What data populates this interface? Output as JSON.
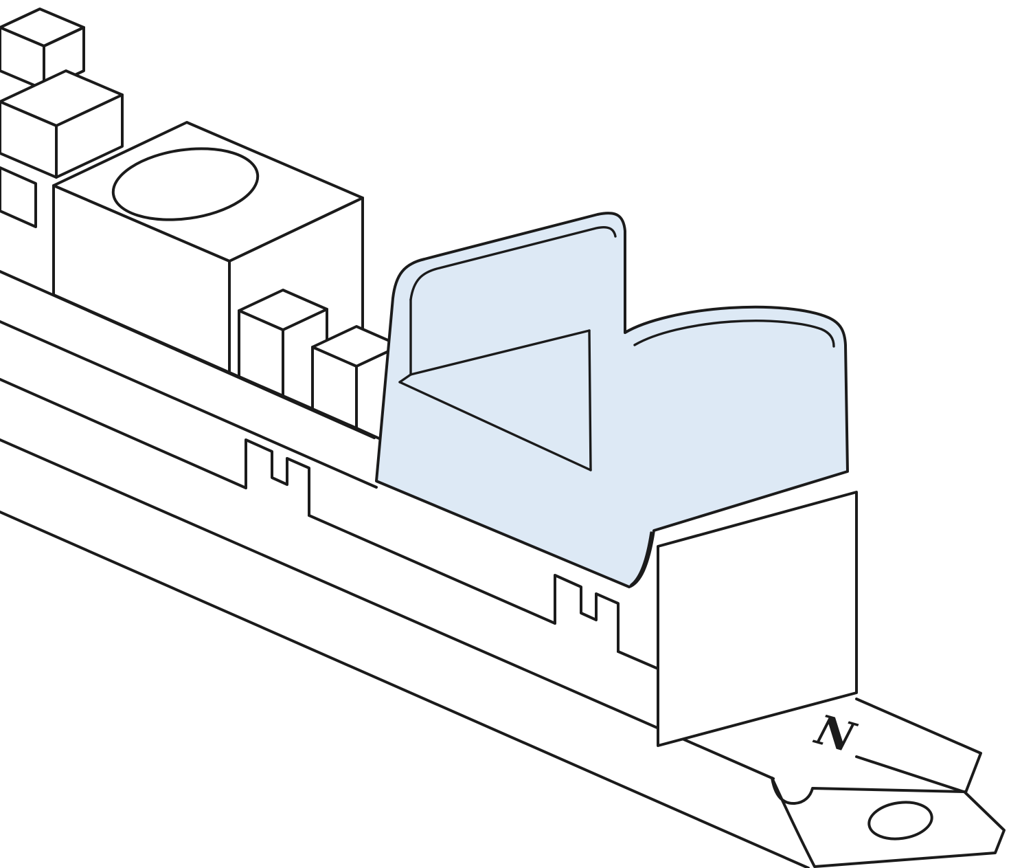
{
  "diagram": {
    "type": "technical-illustration",
    "subject": "busbar-rail-with-protective-cover",
    "labels": {
      "neutral_marking": "N"
    },
    "colors": {
      "background": "#ffffff",
      "line": "#1b1b1b",
      "cover_fill": "#dde9f5",
      "part_fill": "#ffffff"
    },
    "parts": [
      {
        "name": "busbar-comb-teeth"
      },
      {
        "name": "terminal-block"
      },
      {
        "name": "terminal-hole"
      },
      {
        "name": "support-rail"
      },
      {
        "name": "rail-notch-1"
      },
      {
        "name": "rail-notch-2"
      },
      {
        "name": "protective-cover"
      },
      {
        "name": "end-block"
      },
      {
        "name": "neutral-marking"
      },
      {
        "name": "end-mounting-tab"
      },
      {
        "name": "tab-hole"
      }
    ]
  }
}
